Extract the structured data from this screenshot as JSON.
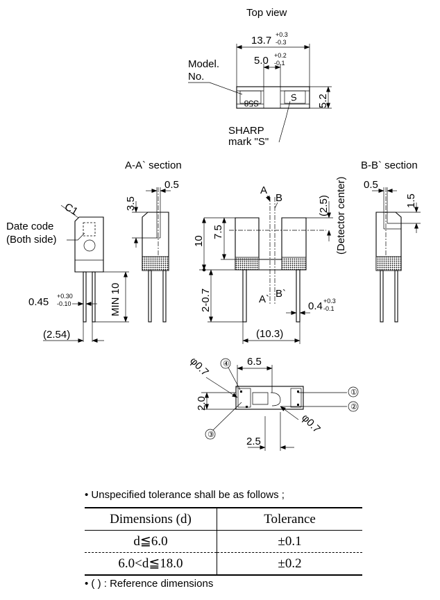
{
  "views": {
    "top_view_title": "Top view",
    "aa_section_title": "A-A` section",
    "bb_section_title": "B-B` section"
  },
  "top_view": {
    "overall_width": {
      "base": "13.7",
      "upper": "+0.3",
      "lower": "-0.3"
    },
    "slot_width": {
      "base": "5.0",
      "upper": "+0.2",
      "lower": "-0.1"
    },
    "depth": "5.2",
    "model_label_line1": "Model.",
    "model_label_line2": "No.",
    "model_marking": "S58",
    "sharp_label_line1": "SHARP",
    "sharp_label_line2": "mark \"S\"",
    "sharp_mark": "S"
  },
  "side_view": {
    "chamfer": "C1",
    "date_code_line1": "Date code",
    "date_code_line2": "(Both side)",
    "lead_width": {
      "base": "0.45",
      "upper": "+0.30",
      "lower": "-0.10"
    },
    "min_lead": "MIN 10",
    "pitch_ref": "(2.54)"
  },
  "aa_section": {
    "top_width": "0.5",
    "offset": "3.5"
  },
  "front_view": {
    "mark_a": "A",
    "mark_b": "B",
    "mark_a_prime": "A`",
    "mark_b_prime": "B`",
    "height": "10",
    "slot_depth": "7.5",
    "detector_height_ref": "(2.5)",
    "detector_center_label": "(Detector center)",
    "lead_length": "2-0.7",
    "lead_thickness": {
      "base": "0.4",
      "upper": "+0.3",
      "lower": "-0.1"
    },
    "lead_spacing_ref": "(10.3)"
  },
  "bb_section": {
    "width": "0.5",
    "offset": "1.5"
  },
  "bottom_view": {
    "hole_dia_left": "φ0.7",
    "hole_dia_right": "φ0.7",
    "pitch_width": "6.5",
    "pitch_height": "2.0",
    "pitch_offset": "2.5",
    "pins": [
      "①",
      "②",
      "③",
      "④"
    ]
  },
  "tolerance_table": {
    "intro": "• Unspecified tolerance shall be as follows ;",
    "headers": [
      "Dimensions (d)",
      "Tolerance"
    ],
    "rows": [
      [
        "d≦6.0",
        "±0.1"
      ],
      [
        "6.0<d≦18.0",
        "±0.2"
      ]
    ],
    "note": "• ( ) : Reference dimensions"
  }
}
